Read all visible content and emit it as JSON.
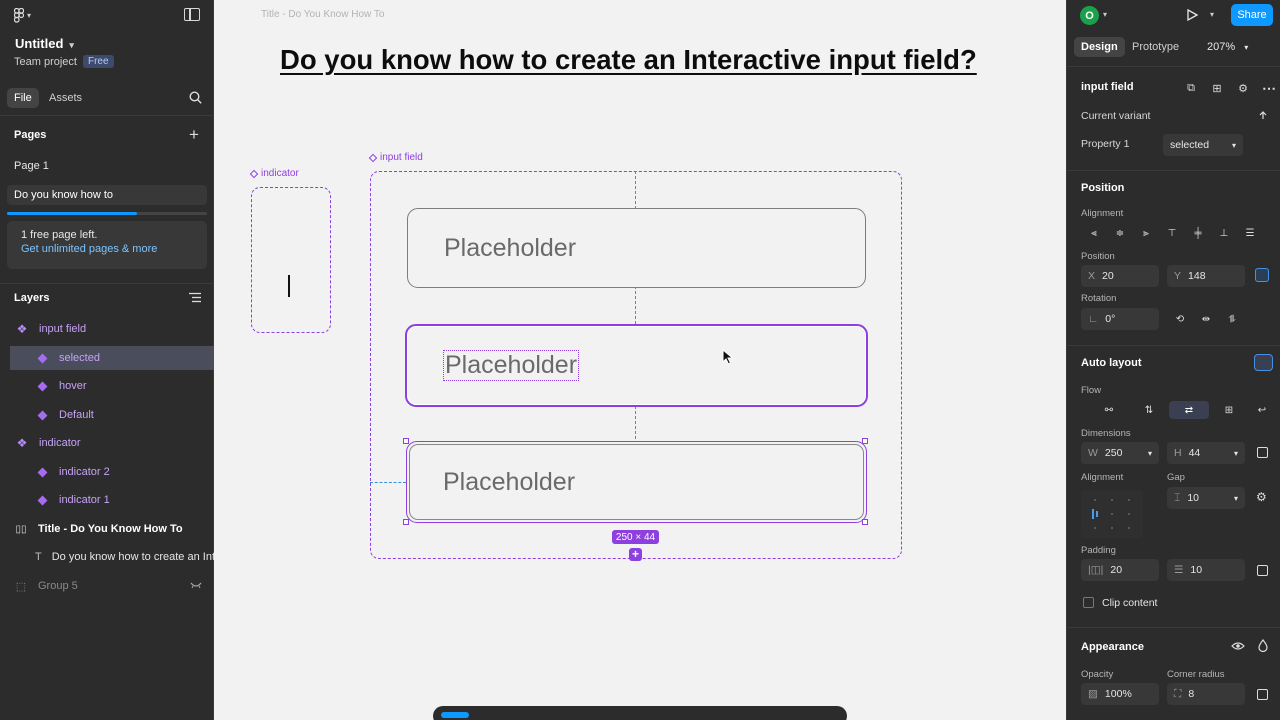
{
  "left": {
    "file_name": "Untitled",
    "team": "Team project",
    "plan_badge": "Free",
    "tabs": {
      "file": "File",
      "assets": "Assets"
    },
    "pages_title": "Pages",
    "pages": [
      "Page 1",
      "Do you know how to"
    ],
    "page_quota": 0.65,
    "quota_text": "1 free page left.",
    "quota_link": "Get unlimited pages & more",
    "layers_title": "Layers",
    "layers": [
      "input field",
      "selected",
      "hover",
      "Default",
      "indicator",
      "indicator 2",
      "indicator 1",
      "Title - Do You Know How To",
      "Do you know how to create an Int",
      "Group 5"
    ]
  },
  "canvas": {
    "frame_label": "Title - Do You Know How To",
    "heading": "Do you know how to create an Interactive input field?",
    "indicator_label": "indicator",
    "input_label": "input field",
    "placeholders": [
      "Placeholder",
      "Placeholder",
      "Placeholder"
    ],
    "dimensions_badge": "250 × 44"
  },
  "right": {
    "avatar_initial": "O",
    "share": "Share",
    "tabs": {
      "design": "Design",
      "prototype": "Prototype"
    },
    "zoom": "207%",
    "component_name": "input field",
    "current_variant": "Current variant",
    "property_label": "Property 1",
    "property_value": "selected",
    "position": {
      "title": "Position",
      "alignment_label": "Alignment",
      "position_label": "Position",
      "x_label": "X",
      "x": "20",
      "y_label": "Y",
      "y": "148",
      "rotation_label": "Rotation",
      "rotation": "0°"
    },
    "auto_layout": {
      "title": "Auto layout",
      "flow_label": "Flow",
      "dimensions_label": "Dimensions",
      "w_label": "W",
      "w": "250",
      "h_label": "H",
      "h": "44",
      "alignment_label": "Alignment",
      "gap_label": "Gap",
      "gap": "10",
      "padding_label": "Padding",
      "padding_h": "20",
      "padding_v": "10",
      "clip_content": "Clip content"
    },
    "appearance": {
      "title": "Appearance",
      "opacity_label": "Opacity",
      "opacity": "100%",
      "radius_label": "Corner radius",
      "radius": "8"
    }
  }
}
